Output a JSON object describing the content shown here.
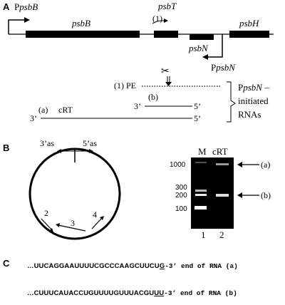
{
  "panel_a": {
    "letter": "A",
    "promoter_psbB": "PpsbB",
    "gene_psbB": "psbB",
    "gene_psbT": "psbT",
    "label_1_top": "(1)",
    "gene_psbH": "psbH",
    "gene_psbN": "psbN",
    "promoter_psbN": "PpsbN",
    "pe_label": "(1) PE",
    "b_label": "(b)",
    "a_label": "(a)",
    "crt_label": "cRT",
    "three_prime_b": "3’",
    "five_prime_b": "5’",
    "three_prime_a": "3’",
    "five_prime_a": "5’",
    "bracket_line1": "PpsbN –",
    "bracket_line2": "initiated",
    "bracket_line3": "RNAs"
  },
  "panel_b": {
    "letter": "B",
    "as3": "3’as",
    "as5": "5’as",
    "primer_2": "2",
    "primer_3": "3",
    "primer_4": "4",
    "gel_header_m": "M",
    "gel_header_crt": "cRT",
    "ladder": [
      "1000",
      "300",
      "200",
      "100"
    ],
    "lane_1": "1",
    "lane_2": "2",
    "band_a": "(a)",
    "band_b": "(b)"
  },
  "panel_c": {
    "letter": "C",
    "seq_a_prefix": "…UUCAGGAAUUUUCGCCCAAGCUUCU",
    "seq_a_underlined": "G",
    "seq_a_suffix": "-3’ end of RNA (a)",
    "seq_b_prefix": "…CUUUCAUACCUGUUUUGUUUACGU",
    "seq_b_underlined": "UU",
    "seq_b_suffix": "-3’ end of RNA (b)"
  }
}
